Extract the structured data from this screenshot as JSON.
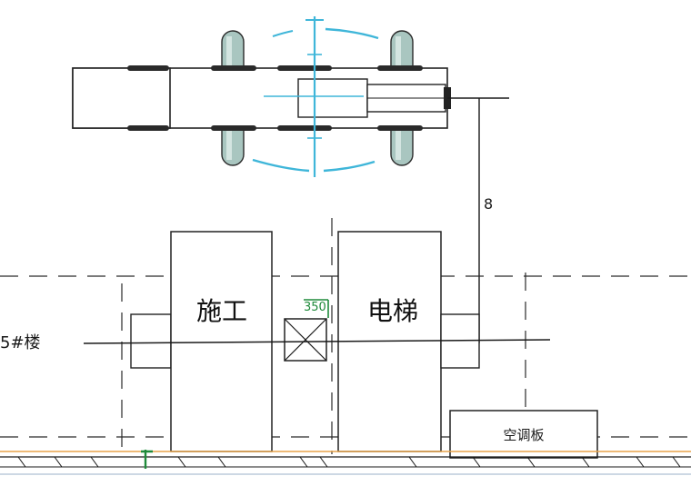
{
  "labels": {
    "building": "5#楼",
    "elevator_left": "施工",
    "elevator_right": "电梯",
    "wall_tie_distance": "8",
    "section_mark": "350",
    "panel": "空调板"
  },
  "colors": {
    "ink": "#1a1a1a",
    "cyan": "#3fb6d9",
    "cyan_light": "#bfe6f1",
    "grey_green": "#9fb9b3",
    "green_mark": "#1f8a3a",
    "ground_orange": "#e8a44a"
  }
}
